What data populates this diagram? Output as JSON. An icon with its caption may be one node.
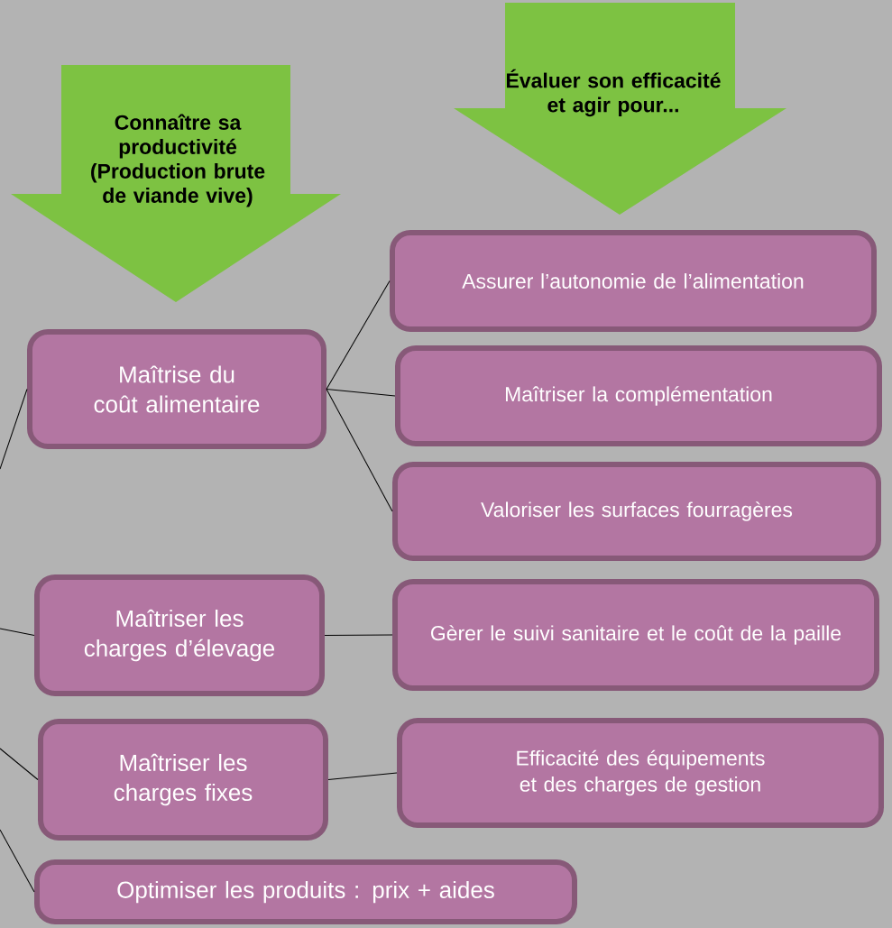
{
  "diagram": {
    "nodes": [
      {
        "text": [
          "Connaître sa productivité (Production brute de viande vive)"
        ]
      },
      {
        "text": [
          "Évaluer son efficacité et agir pour..."
        ]
      },
      {
        "text": [
          "Maîtrise du coût alimentaire"
        ]
      },
      {
        "text": [
          "Maîtriser les charges d’élevage"
        ]
      },
      {
        "text": [
          "Maîtriser les charges fixes"
        ]
      },
      {
        "text": [
          "Optimiser les produits : prix + aides"
        ]
      },
      {
        "text": [
          "Assurer l’autonomie de l’alimentation"
        ]
      },
      {
        "text": [
          "Maîtriser la complémentation"
        ]
      },
      {
        "text": [
          "Valoriser les surfaces fourragères"
        ]
      },
      {
        "text": [
          "Gèrer le suivi sanitaire et le coût de la paille"
        ]
      },
      {
        "text": [
          "Efficacité des équipements et des charges de gestion"
        ]
      }
    ],
    "edges": [
      {
        "from": null,
        "to": 2,
        "arrow": "none"
      },
      {
        "from": null,
        "to": 3,
        "arrow": "none"
      },
      {
        "from": null,
        "to": 4,
        "arrow": "none"
      },
      {
        "from": null,
        "to": 5,
        "arrow": "none"
      },
      {
        "from": 2,
        "to": 6,
        "arrow": "none"
      },
      {
        "from": 2,
        "to": 7,
        "arrow": "none"
      },
      {
        "from": 2,
        "to": 8,
        "arrow": "none"
      },
      {
        "from": 3,
        "to": 9,
        "arrow": "none"
      },
      {
        "from": 4,
        "to": 10,
        "arrow": "none"
      }
    ]
  }
}
